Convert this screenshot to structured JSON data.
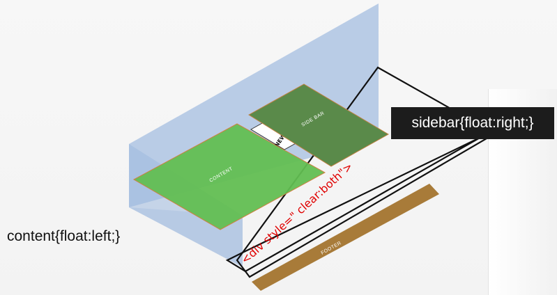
{
  "diagram": {
    "boxes": {
      "content": "CONTENT",
      "sidebar": "SIDE BAR",
      "footer": "FOOTER",
      "nav": "NEW"
    },
    "clear_div_label": "<div style=\" clear:both\">",
    "callouts": {
      "sidebar": "sidebar{float:right;}",
      "content": "content{float:left;}"
    }
  },
  "colors": {
    "wall": "#aec4e3",
    "content": "#62be52",
    "sidebar": "#5a8a4a",
    "footer": "#a87b39",
    "clear_text": "#e00000",
    "callout_bg": "#1c1c1c"
  }
}
